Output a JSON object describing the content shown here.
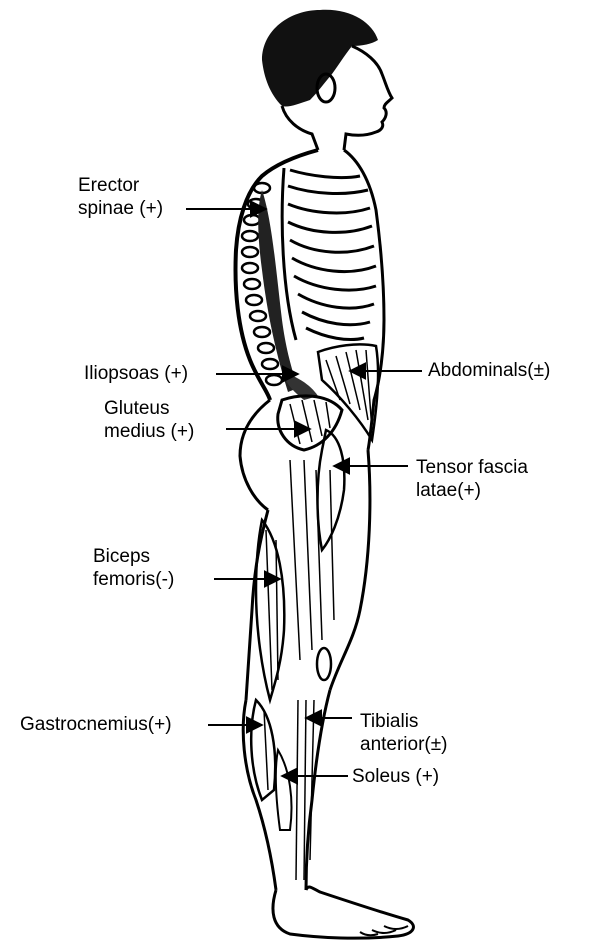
{
  "colors": {
    "ink": "#000000",
    "paper": "#ffffff"
  },
  "labels": {
    "erector_spinae": [
      "Erector",
      "spinae (+)"
    ],
    "iliopsoas": [
      "Iliopsoas (+)"
    ],
    "gluteus_medius": [
      "Gluteus",
      "medius (+)"
    ],
    "biceps_femoris": [
      "Biceps",
      "femoris(-)"
    ],
    "gastrocnemius": [
      "Gastrocnemius(+)"
    ],
    "abdominals": [
      "Abdominals(±)"
    ],
    "tensor_fascia_latae": [
      "Tensor fascia",
      "latae(+)"
    ],
    "tibialis_anterior": [
      "Tibialis",
      "anterior(±)"
    ],
    "soleus": [
      "Soleus (+)"
    ]
  }
}
